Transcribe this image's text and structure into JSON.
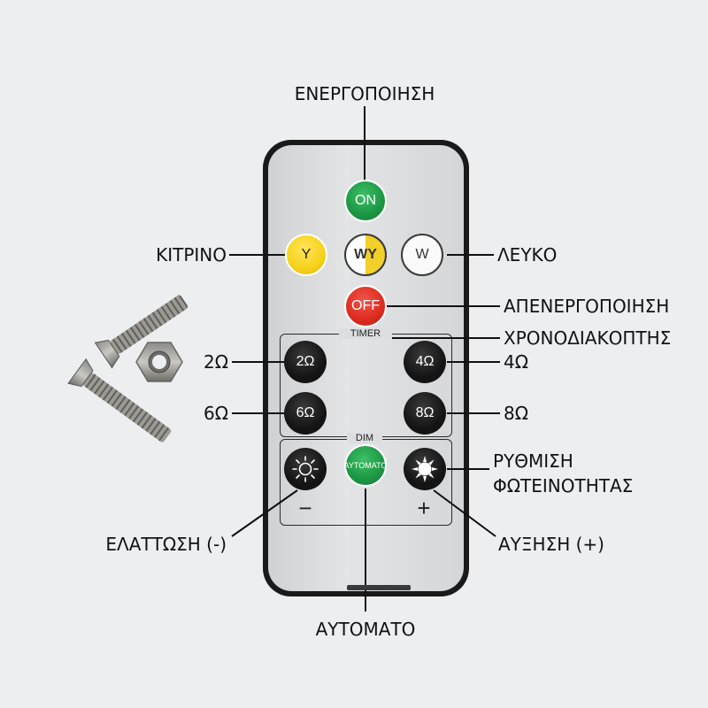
{
  "callouts": {
    "power_on": "ΕΝΕΡΓΟΠΟΙΗΣΗ",
    "yellow": "ΚΙΤΡΙΝΟ",
    "white": "ΛΕΥΚΟ",
    "power_off": "ΑΠΕΝΕΡΓΟΠΟΙΗΣΗ",
    "timer": "ΧΡΟΝΟΔΙΑΚΟΠΤΗΣ",
    "t2": "2Ω",
    "t4": "4Ω",
    "t6": "6Ω",
    "t8": "8Ω",
    "brightness_1": "ΡΥΘΜΙΣΗ",
    "brightness_2": "ΦΩΤΕΙΝΟΤΗΤΑΣ",
    "decrease": "ΕΛΑΤΤΩΣΗ (-)",
    "increase": "ΑΥΞΗΣΗ (+)",
    "auto": "ΑΥΤΟΜΑΤΟ"
  },
  "remote": {
    "on": "ON",
    "y": "Y",
    "wy": "WY",
    "w": "W",
    "off": "OFF",
    "timer_title": "TIMER",
    "b2": "2Ω",
    "b4": "4Ω",
    "b6": "6Ω",
    "b8": "8Ω",
    "dim_title": "DIM",
    "auto": "ΑΥΤΟΜΑΤΟ",
    "minus": "−",
    "plus": "+"
  },
  "colors": {
    "on": "#1e9a46",
    "yellow": "#f6d21b",
    "white": "#ffffff",
    "off": "#dd2b20",
    "dark_button": "#141414",
    "body": "#d6d8da"
  }
}
